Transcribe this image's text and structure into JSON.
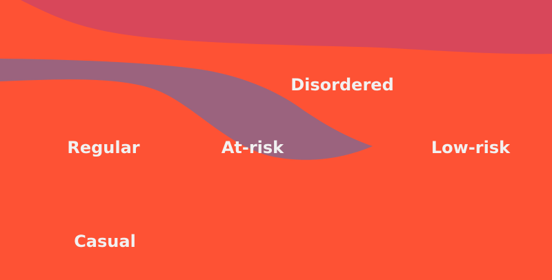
{
  "chart_data": {
    "type": "area",
    "series": [
      {
        "name": "Casual",
        "color": "#43ab65"
      },
      {
        "name": "Regular",
        "color": "#f8333f"
      },
      {
        "name": "At-risk",
        "color": "#746a9b"
      },
      {
        "name": "Low-risk",
        "color": "#31baee"
      },
      {
        "name": "Disordered",
        "color": "#fe5234"
      },
      {
        "name": "",
        "color": "#d8475a"
      }
    ],
    "labels": [
      "Casual",
      "Regular",
      "At-risk",
      "Low-risk",
      "Disordered"
    ]
  }
}
